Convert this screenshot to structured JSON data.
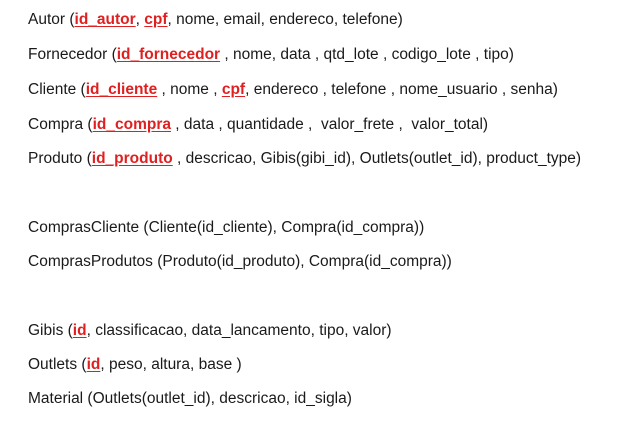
{
  "colors": {
    "text": "#1a1a1a",
    "key": "#e02020",
    "background": "#ffffff"
  },
  "lines": [
    {
      "segments": [
        {
          "t": "Autor ("
        },
        {
          "t": "id_autor",
          "key": true
        },
        {
          "t": ", "
        },
        {
          "t": "cpf",
          "key": true
        },
        {
          "t": ", nome, email, endereco, telefone)"
        }
      ]
    },
    {
      "segments": [
        {
          "t": "Fornecedor ("
        },
        {
          "t": "id_fornecedor",
          "key": true
        },
        {
          "t": " , nome, data , qtd_lote , codigo_lote , tipo)"
        }
      ]
    },
    {
      "segments": [
        {
          "t": "Cliente ("
        },
        {
          "t": "id_cliente",
          "key": true
        },
        {
          "t": " , nome , "
        },
        {
          "t": "cpf",
          "key": true
        },
        {
          "t": ", endereco , telefone , nome_usuario , senha)"
        }
      ]
    },
    {
      "segments": [
        {
          "t": "Compra ("
        },
        {
          "t": "id_compra",
          "key": true
        },
        {
          "t": " , data , quantidade ,  valor_frete ,  valor_total)"
        }
      ]
    },
    {
      "segments": [
        {
          "t": "Produto ("
        },
        {
          "t": "id_produto",
          "key": true
        },
        {
          "t": " , descricao, Gibis(gibi_id), Outlets(outlet_id), product_type)"
        }
      ]
    },
    {
      "segments": [
        {
          "t": "ComprasCliente (Cliente(id_cliente), Compra(id_compra))"
        }
      ]
    },
    {
      "segments": [
        {
          "t": "ComprasProdutos (Produto(id_produto), Compra(id_compra))"
        }
      ]
    },
    {
      "segments": [
        {
          "t": "Gibis ("
        },
        {
          "t": "id",
          "key": true
        },
        {
          "t": ", classificacao, data_lancamento, tipo, valor)"
        }
      ]
    },
    {
      "segments": [
        {
          "t": "Outlets ("
        },
        {
          "t": "id",
          "key": true
        },
        {
          "t": ", peso, altura, base )"
        }
      ]
    },
    {
      "segments": [
        {
          "t": "Material (Outlets(outlet_id), descricao, id_sigla)"
        }
      ]
    }
  ]
}
